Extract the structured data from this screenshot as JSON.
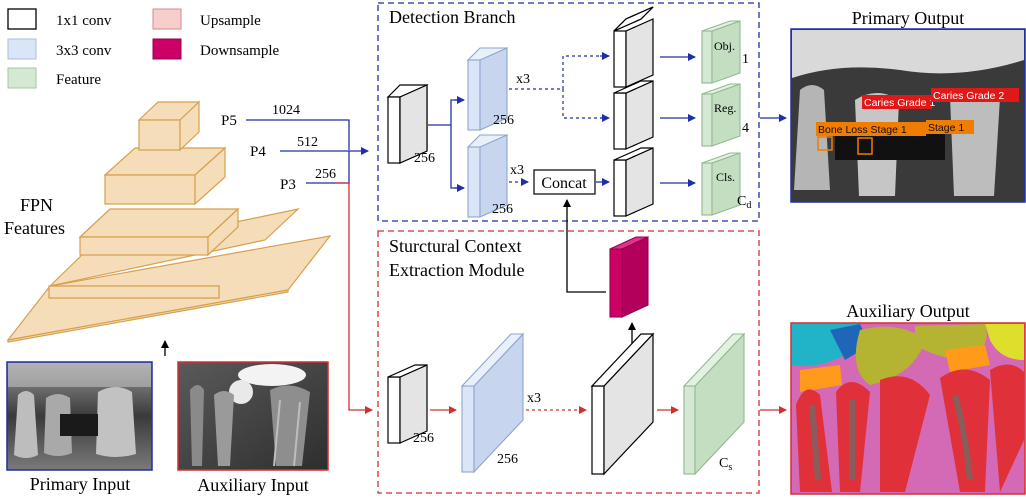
{
  "legend": {
    "items": [
      {
        "label": "1x1 conv",
        "color": "#ffffff"
      },
      {
        "label": "3x3 conv",
        "color": "#dae6f7"
      },
      {
        "label": "Feature",
        "color": "#d5e8d4"
      },
      {
        "label": "Upsample",
        "color": "#f8cecc"
      },
      {
        "label": "Downsample",
        "color": "#cc0066"
      }
    ]
  },
  "fpn": {
    "title_line1": "FPN",
    "title_line2": "Features",
    "levels": [
      {
        "name": "P5",
        "channels": "1024"
      },
      {
        "name": "P4",
        "channels": "512"
      },
      {
        "name": "P3",
        "channels": "256"
      }
    ],
    "color": "#f6ddb9"
  },
  "inputs": {
    "primary_label": "Primary Input",
    "auxiliary_label": "Auxiliary Input"
  },
  "detection": {
    "title": "Detection Branch",
    "stem_channels": "256",
    "branch_top_channels": "256",
    "branch_bottom_channels": "256",
    "repeat_top": "x3",
    "repeat_bottom": "x3",
    "concat_label": "Concat",
    "heads": [
      {
        "name": "Obj.",
        "count": "1"
      },
      {
        "name": "Reg.",
        "count": "4"
      },
      {
        "name": "Cls.",
        "count": "C",
        "sub": "d"
      }
    ],
    "border_color": "#1f2fa8"
  },
  "context": {
    "title_line1": "Sturctural Context",
    "title_line2": "Extraction Module",
    "stem_channels": "256",
    "conv_channels": "256",
    "repeat": "x3",
    "out_count": "C",
    "out_sub": "s",
    "border_color": "#d23030"
  },
  "outputs": {
    "primary_title": "Primary Output",
    "auxiliary_title": "Auxiliary Output",
    "detections": [
      "Caries Grade 1",
      "Caries Grade 2",
      "Bone Loss Stage 1",
      "Stage 1"
    ]
  }
}
